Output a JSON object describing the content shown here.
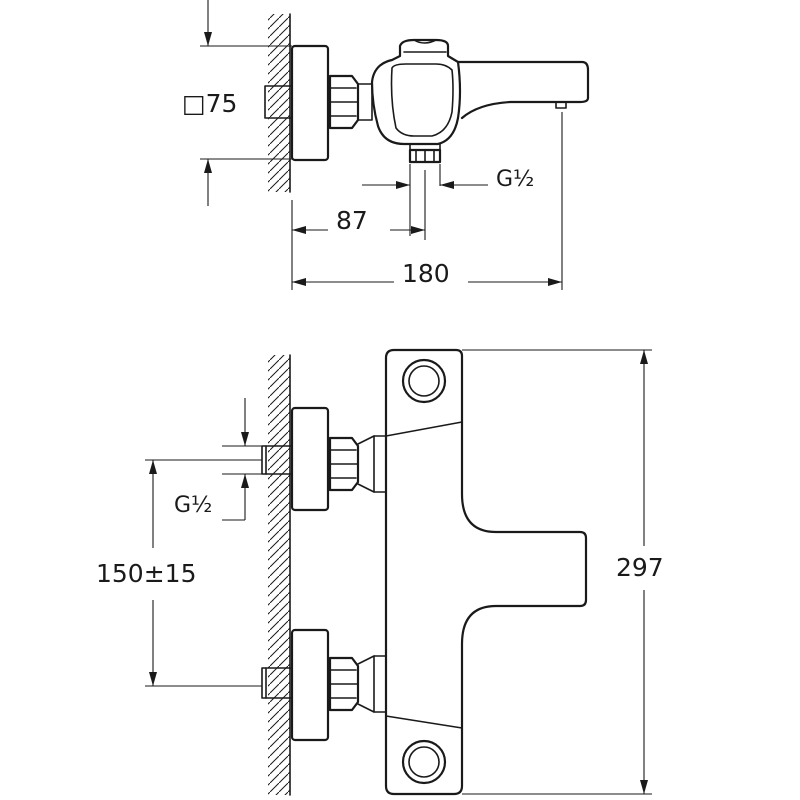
{
  "top_view": {
    "dim_square": "□75",
    "dim_outlet_thread": "G½",
    "dim_offset": "87",
    "dim_depth": "180"
  },
  "front_view": {
    "dim_inlet_thread": "G½",
    "dim_inlet_spacing": "150±15",
    "dim_height": "297"
  }
}
